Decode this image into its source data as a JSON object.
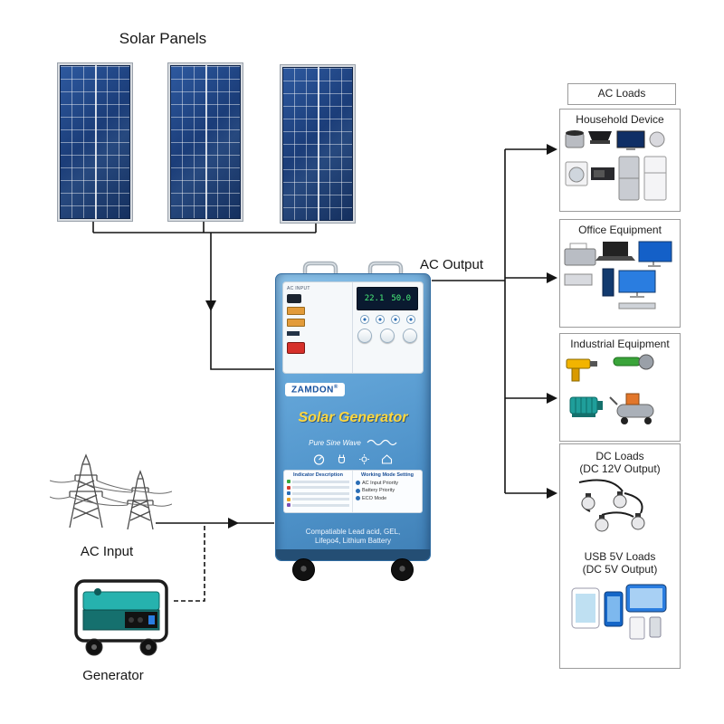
{
  "diagram": {
    "solar_panels_label": "Solar Panels",
    "ac_output_label": "AC Output",
    "ac_input_label": "AC Input",
    "generator_label": "Generator"
  },
  "unit": {
    "brand": "ZAMDON",
    "brand_reg": "®",
    "title": "Solar Generator",
    "wave_badge": "Pure Sine Wave",
    "panel_label": "AC INPUT",
    "display": {
      "volts": "22.1",
      "freq": "50.0"
    },
    "table": {
      "left_header": "Indicator Description",
      "right_header": "Working Mode Setting",
      "modes": [
        "AC Input Priority",
        "Battery Priority",
        "ECO Mode"
      ]
    },
    "note_line1": "Compatiable Lead acid, GEL,",
    "note_line2": "Lifepo4, Lithium Battery"
  },
  "loads": {
    "ac_header": "AC Loads",
    "boxes": [
      {
        "label": "Household Device"
      },
      {
        "label": "Office Equipment"
      },
      {
        "label": "Industrial Equipment"
      }
    ],
    "dc": {
      "title": "DC Loads",
      "subtitle": "(DC 12V Output)"
    },
    "usb": {
      "title": "USB 5V Loads",
      "subtitle": "(DC 5V Output)"
    }
  },
  "colors": {
    "unit_blue": "#4e92c9",
    "title_yellow": "#ffd83e",
    "panel_navy": "#1b3d79",
    "line_black": "#141414"
  }
}
